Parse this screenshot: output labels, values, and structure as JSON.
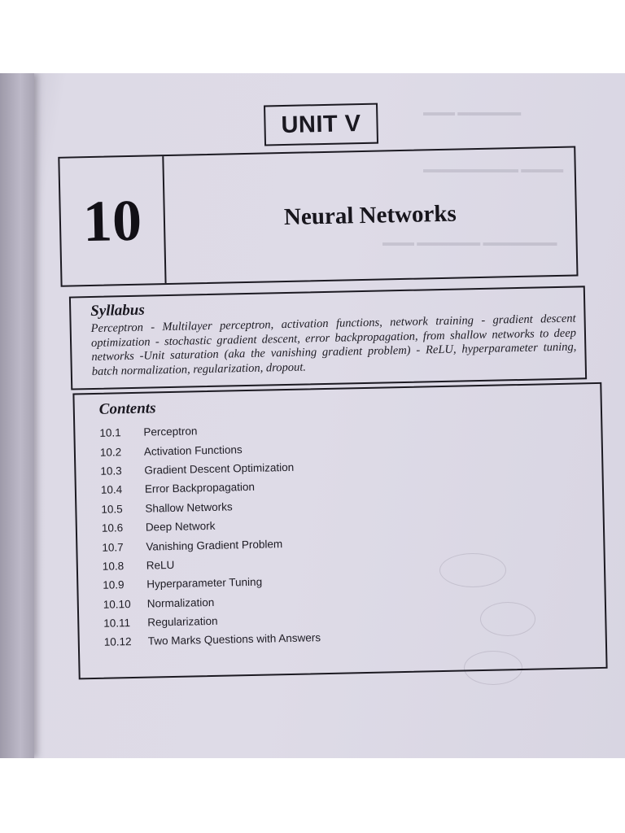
{
  "unit_label": "UNIT V",
  "chapter": {
    "number": "10",
    "title": "Neural Networks"
  },
  "syllabus": {
    "heading": "Syllabus",
    "text": "Perceptron - Multilayer perceptron, activation functions, network training - gradient descent optimization - stochastic gradient descent, error backpropagation, from shallow networks to deep networks -Unit saturation (aka the vanishing gradient problem) - ReLU, hyperparameter tuning, batch normalization, regularization, dropout."
  },
  "contents": {
    "heading": "Contents",
    "items": [
      {
        "num": "10.1",
        "title": "Perceptron"
      },
      {
        "num": "10.2",
        "title": "Activation Functions"
      },
      {
        "num": "10.3",
        "title": "Gradient Descent Optimization"
      },
      {
        "num": "10.4",
        "title": "Error Backpropagation"
      },
      {
        "num": "10.5",
        "title": "Shallow Networks"
      },
      {
        "num": "10.6",
        "title": "Deep Network"
      },
      {
        "num": "10.7",
        "title": "Vanishing Gradient Problem"
      },
      {
        "num": "10.8",
        "title": "ReLU"
      },
      {
        "num": "10.9",
        "title": "Hyperparameter Tuning"
      },
      {
        "num": "10.10",
        "title": "Normalization"
      },
      {
        "num": "10.11",
        "title": "Regularization"
      },
      {
        "num": "10.12",
        "title": "Two Marks Questions with Answers"
      }
    ]
  }
}
